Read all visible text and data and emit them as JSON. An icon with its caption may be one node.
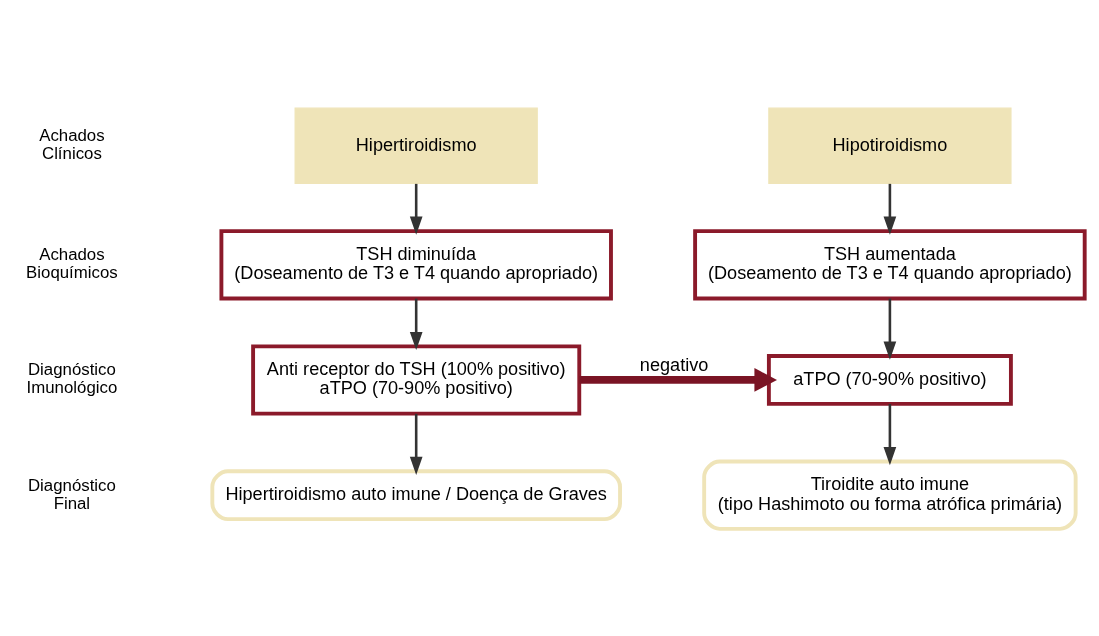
{
  "diagram": {
    "nodes": [
      {
        "text": [
          "Hipertiroidismo"
        ]
      },
      {
        "text": [
          "Hipotiroidismo"
        ]
      },
      {
        "text": [
          "TSH diminuída",
          "(Doseamento de T3 e T4 quando apropriado)"
        ]
      },
      {
        "text": [
          "TSH aumentada",
          "(Doseamento de T3 e T4 quando apropriado)"
        ]
      },
      {
        "text": [
          "Anti receptor do TSH (100% positivo)",
          "aTPO (70-90% positivo)"
        ]
      },
      {
        "text": [
          "aTPO (70-90% positivo)"
        ]
      },
      {
        "text": [
          "Hipertiroidismo auto imune / Doença de Graves"
        ]
      },
      {
        "text": [
          "Tiroidite auto imune",
          "(tipo Hashimoto ou forma atrófica primária)"
        ]
      }
    ],
    "edges": [
      {
        "from": 0,
        "to": 2,
        "arrow": "to"
      },
      {
        "from": 1,
        "to": 3,
        "arrow": "to"
      },
      {
        "from": 2,
        "to": 4,
        "arrow": "to"
      },
      {
        "from": 3,
        "to": 5,
        "arrow": "to"
      },
      {
        "from": 4,
        "to": 5,
        "arrow": "to",
        "label": "negativo",
        "style": "thick",
        "color": "#7a1424"
      },
      {
        "from": 4,
        "to": 6,
        "arrow": "to"
      },
      {
        "from": 5,
        "to": 7,
        "arrow": "to"
      }
    ],
    "labels": [
      "Achados Clínicos",
      "Achados Bioquímicos",
      "Diagnóstico Imunológico",
      "Diagnóstico Final"
    ]
  }
}
